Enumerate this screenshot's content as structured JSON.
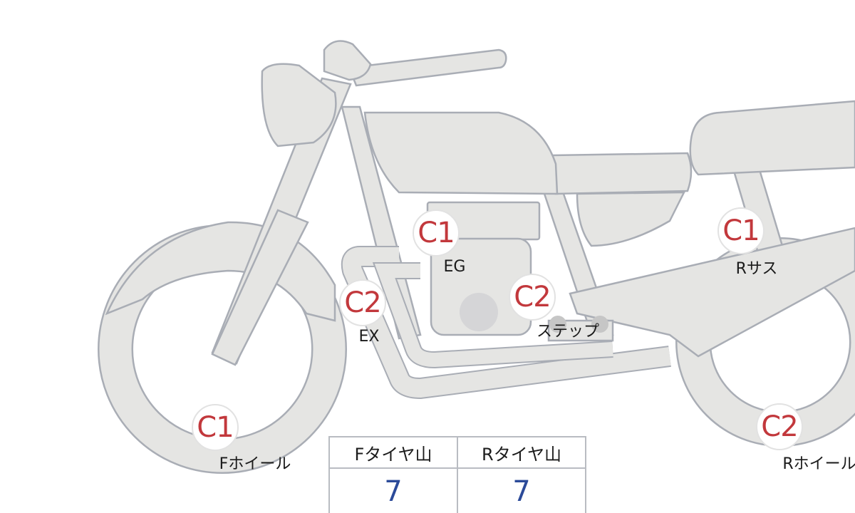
{
  "parts": [
    {
      "code": "C1",
      "label": "EG"
    },
    {
      "code": "C2",
      "label": "EX"
    },
    {
      "code": "C2",
      "label": "ステップ"
    },
    {
      "code": "C1",
      "label": "Rサス"
    },
    {
      "code": "C1",
      "label": "Fホイール"
    },
    {
      "code": "C2",
      "label": "Rホイール"
    }
  ],
  "tire_table": {
    "headers": [
      "Fタイヤ山",
      "Rタイヤ山"
    ],
    "values": [
      "7",
      "7"
    ]
  },
  "colors": {
    "code_text": "#c2383c",
    "value_text": "#2b4a99",
    "body_fill": "#e5e5e3",
    "outline": "#a9adb5"
  }
}
